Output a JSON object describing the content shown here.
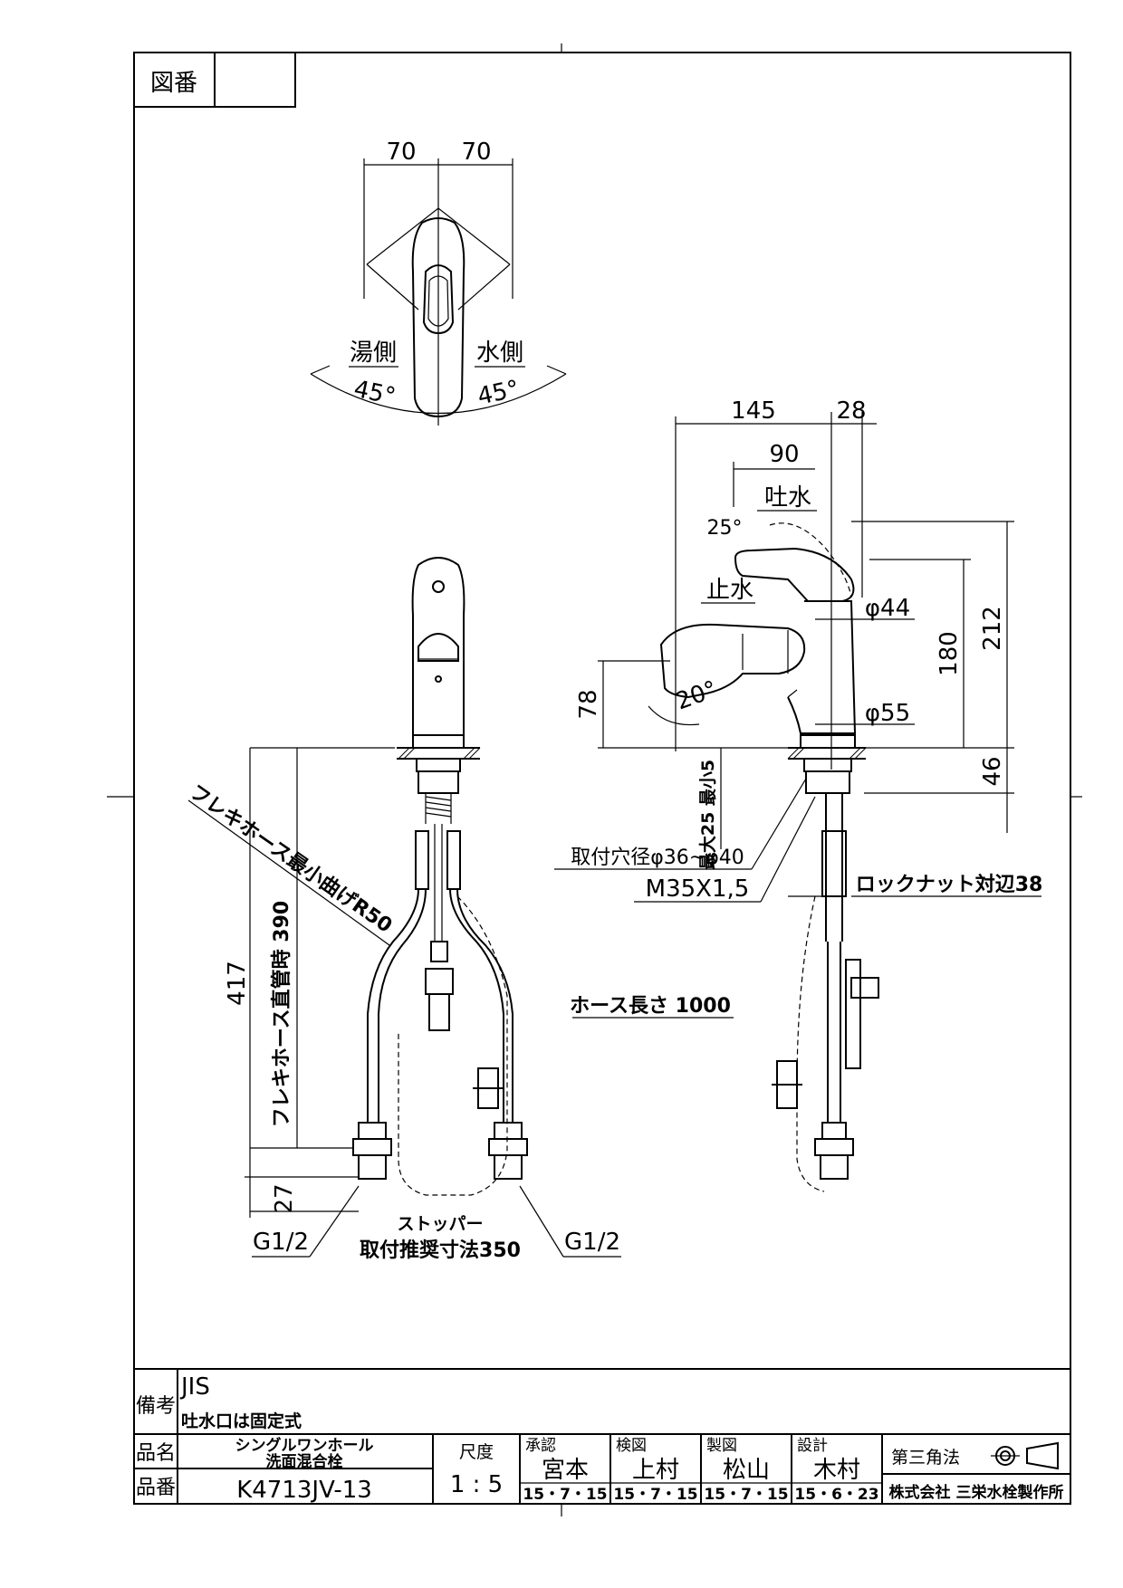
{
  "header": {
    "zuban_label": "図番"
  },
  "top_view": {
    "dim_left": "70",
    "dim_right": "70",
    "hot_side": "湯側",
    "cold_side": "水側",
    "angle_left": "45°",
    "angle_right": "45°"
  },
  "side_view": {
    "dim_145": "145",
    "dim_28": "28",
    "dim_90": "90",
    "spout": "吐水",
    "angle_25": "25°",
    "stop": "止水",
    "dia_44": "φ44",
    "dia_55": "φ55",
    "dim_180": "180",
    "dim_212": "212",
    "dim_78": "78",
    "angle_20": "20°",
    "dim_46": "46",
    "max_min": "最大25 最小5",
    "hole_dia": "取付穴径φ36~φ40",
    "thread": "M35X1,5",
    "locknut": "ロックナット対辺38",
    "hose_length": "ホース長さ 1000"
  },
  "front_view": {
    "flexi_bend": "フレキホース最小曲げR50",
    "dim_417": "417",
    "flexi_straight": "フレキホース直管時 390",
    "dim_27": "27",
    "g_left": "G1/2",
    "g_right": "G1/2",
    "stopper_line1": "ストッパー",
    "stopper_line2": "取付推奨寸法350"
  },
  "title_block": {
    "bikou_label": "備考",
    "note1": "JIS",
    "note2": "吐水口は固定式",
    "hinmei_label": "品名",
    "hinmei_line1": "シングルワンホール",
    "hinmei_line2": "洗面混合栓",
    "hinban_label": "品番",
    "hinban": "K4713JV-13",
    "scale_label": "尺度",
    "scale": "1 : 5",
    "approve_label": "承認",
    "approve_name": "宮本",
    "approve_date": "15・7・15",
    "check_label": "検図",
    "check_name": "上村",
    "check_date": "15・7・15",
    "draw_label": "製図",
    "draw_name": "松山",
    "draw_date": "15・7・15",
    "design_label": "設計",
    "design_name": "木村",
    "design_date": "15・6・23",
    "projection": "第三角法",
    "company": "株式会社 三栄水栓製作所"
  }
}
